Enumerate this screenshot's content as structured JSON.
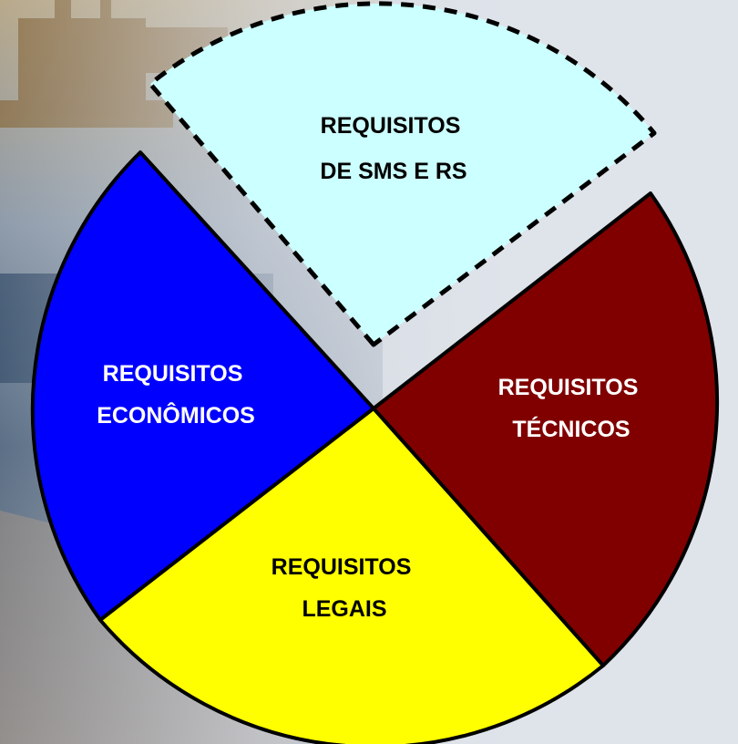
{
  "colors": {
    "economicos": "#0000ff",
    "tecnicos": "#800000",
    "legais": "#ffff00",
    "sms": "#ccffff",
    "outline": "#000000",
    "dark_text": "#000000",
    "light_text": "#ffffff"
  },
  "segments": {
    "sms": {
      "line1": "REQUISITOS",
      "line2": "DE SMS E RS"
    },
    "economicos": {
      "line1": "REQUISITOS",
      "line2": "ECONÔMICOS"
    },
    "tecnicos": {
      "line1": "REQUISITOS",
      "line2": "TÉCNICOS"
    },
    "legais": {
      "line1": "REQUISITOS",
      "line2": "LEGAIS"
    }
  }
}
